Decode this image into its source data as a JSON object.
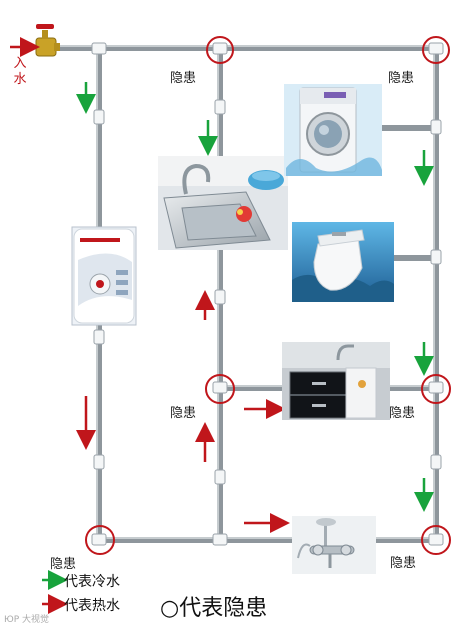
{
  "inlet_label": {
    "char1": "入",
    "char2": "水"
  },
  "hazard_label": "隐患",
  "legend": {
    "cold": "代表冷水",
    "hot": "代表热水",
    "hazard": "○代表隐患"
  },
  "watermark": "ЮР 大视觉",
  "colors": {
    "pipe": "#8e969c",
    "pipe_highlight": "#d8dde0",
    "cold_arrow": "#18a33c",
    "hot_arrow": "#c0161b",
    "hazard_circle": "#c0161b",
    "tap": "#c9a227"
  },
  "appliances": [
    {
      "name": "water-heater",
      "icon": "water-heater-icon"
    },
    {
      "name": "kitchen-sink",
      "icon": "sink-icon"
    },
    {
      "name": "washing-machine",
      "icon": "washing-machine-icon"
    },
    {
      "name": "toilet",
      "icon": "toilet-icon"
    },
    {
      "name": "bathroom-cabinet",
      "icon": "cabinet-icon"
    },
    {
      "name": "shower-faucet",
      "icon": "shower-icon"
    }
  ]
}
